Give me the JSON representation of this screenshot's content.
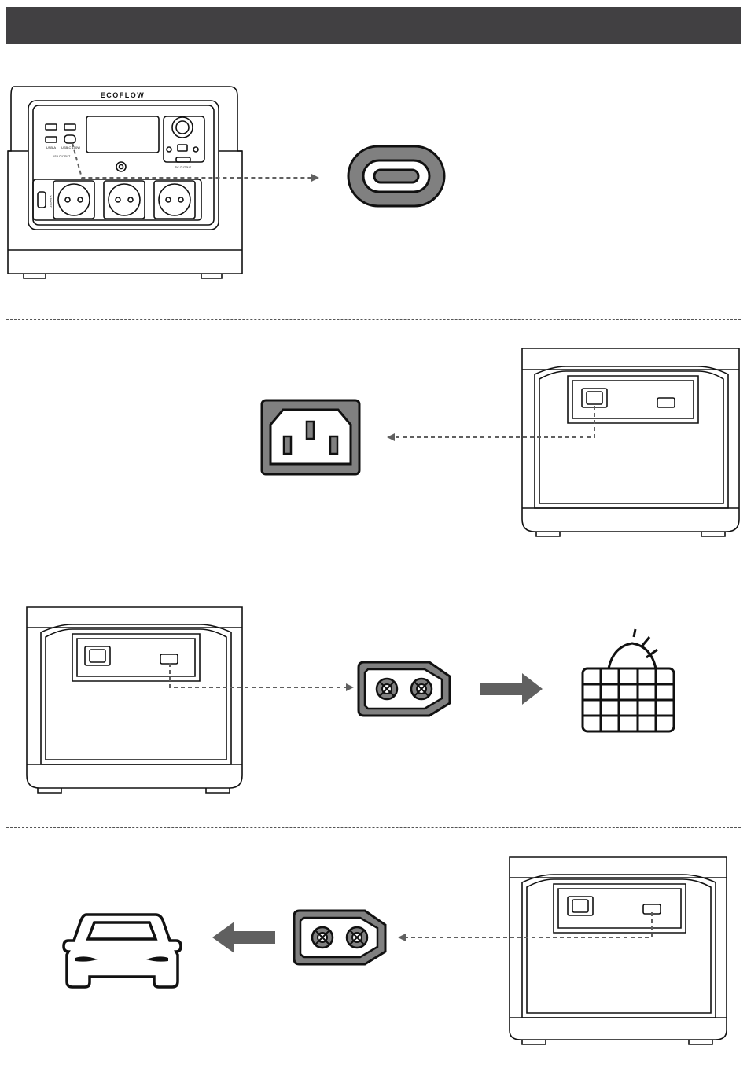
{
  "brand": {
    "logo_text": "ECOFLOW"
  },
  "front_panel": {
    "usb_a_label": "USB-A",
    "usb_c_label": "USB-C 100W",
    "small_caption": "USB OUTPUT",
    "ac_caption": "AC OUTPUT",
    "x_boost_label": "X-BOOST",
    "car_caption": "DC OUTPUT"
  },
  "colors": {
    "header": "#414042",
    "port_gray": "#808080",
    "line": "#111111",
    "arrow": "#606060"
  },
  "icons": [
    "usb-c-port-icon",
    "ac-input-port-icon",
    "xt60-port-icon",
    "solar-panel-icon",
    "car-icon",
    "arrow-right-icon",
    "arrow-left-icon"
  ]
}
